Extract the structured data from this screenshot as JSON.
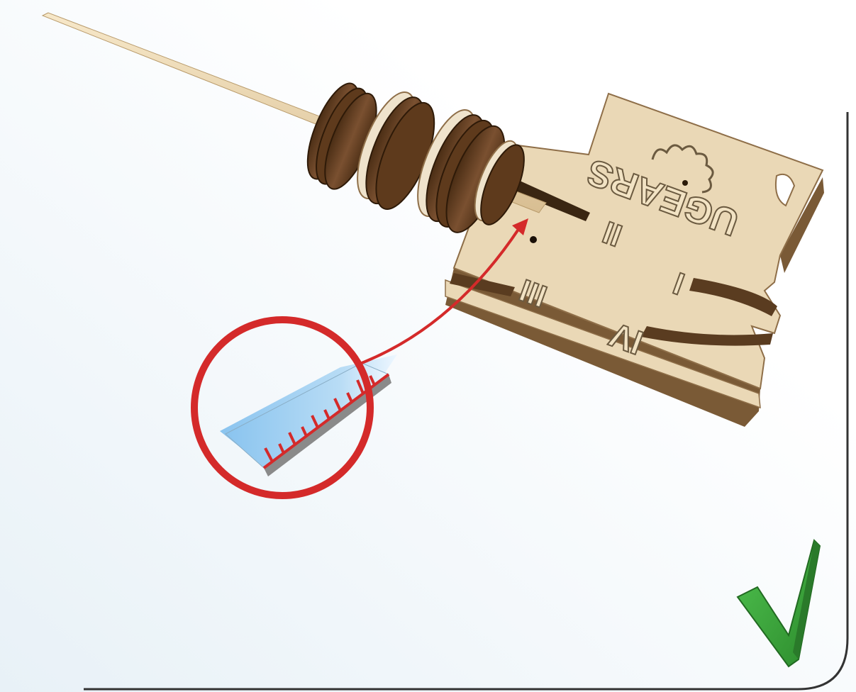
{
  "panel": {
    "background": "#ffffff",
    "gradient_start": "#eef4f8",
    "border_color": "#333333"
  },
  "tool": {
    "brand": "UGEARS",
    "slot_marks": [
      "I",
      "II",
      "III",
      "IV"
    ],
    "wood_color": "#e9d7b5",
    "edge_color": "#7a5a36",
    "disk_color": "#6b4423"
  },
  "callout": {
    "circle_color": "#d42a2a",
    "ruler_color": "#9cd0f2",
    "arrow_color": "#d42a2a"
  },
  "status": {
    "icon": "checkmark-icon",
    "color": "#3aa63a"
  }
}
